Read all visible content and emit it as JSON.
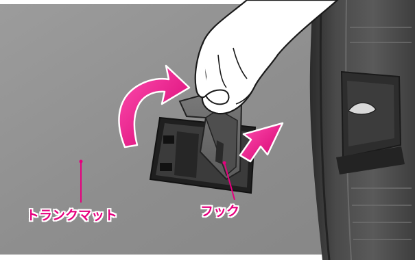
{
  "labels": {
    "trunk_mat": "トランクマット",
    "hook": "フック"
  },
  "colors": {
    "callout": "#e6007e",
    "mat": "#8f8f8f",
    "trim": "#3a3a3a"
  },
  "icons": {
    "lift_arrow": "curved-arrow-up",
    "push_arrow": "arrow-down-left"
  }
}
